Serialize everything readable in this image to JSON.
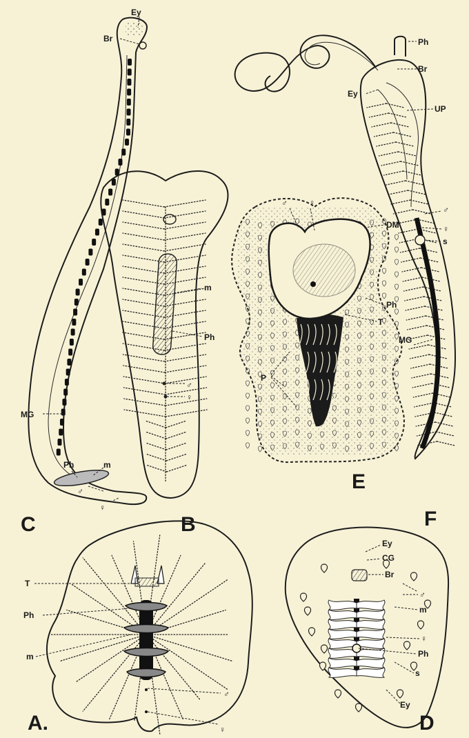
{
  "figures": {
    "A": {
      "letter": "A.",
      "labels": {
        "T": "T",
        "Ph": "Ph",
        "m": "m",
        "male": "♂",
        "female": "♀"
      }
    },
    "B": {
      "letter": "B",
      "labels": {
        "m": "m",
        "Ph": "Ph",
        "male": "♂",
        "female": "♀"
      }
    },
    "C": {
      "letter": "C",
      "labels": {
        "Ey": "Ey",
        "Br": "Br",
        "MG": "MG",
        "Ph": "Ph",
        "m": "m",
        "male": "♂",
        "female": "♀"
      }
    },
    "D": {
      "letter": "D",
      "labels": {
        "Ey_top": "Ey",
        "CG": "CG",
        "Br": "Br",
        "male": "♂",
        "m": "m",
        "female": "♀",
        "Ph": "Ph",
        "s": "s",
        "Ey_bottom": "Ey"
      }
    },
    "E": {
      "letter": "E",
      "labels": {
        "male": "♂",
        "female": "♀",
        "DM": "DM",
        "Ph": "Ph",
        "T": "T",
        "P": "P"
      }
    },
    "F": {
      "letter": "F",
      "labels": {
        "Ph": "Ph",
        "Br": "Br",
        "Ey": "Ey",
        "UP": "UP",
        "male": "♂",
        "female": "♀",
        "s": "s",
        "MG": "MG"
      }
    }
  }
}
